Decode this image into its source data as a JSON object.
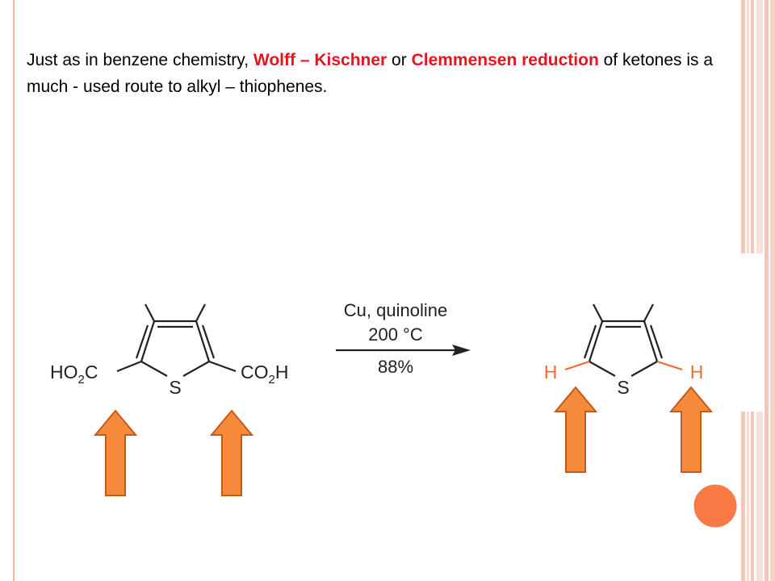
{
  "body_text": {
    "part1": "Just as in benzene chemistry, ",
    "wolff": "Wolff – Kischner",
    "part2": " or ",
    "clemmensen": "Clemmensen reduction",
    "part3": " of ketones is a much - used route to alkyl – thiophenes."
  },
  "reaction": {
    "reactant_left_group": "HO2C",
    "reactant_right_group": "CO2H",
    "reactant_heteroatom": "S",
    "conditions": [
      "Cu, quinoline",
      "200 °C",
      "88%"
    ],
    "product_heteroatom": "S",
    "product_left_h": "H",
    "product_right_h": "H"
  },
  "colors": {
    "highlight_text": "#e8141c",
    "arrow_fill": "#f58a3a",
    "arrow_stroke": "#c45a19",
    "product_h": "#f26a2e",
    "circle": "#f97a45"
  }
}
